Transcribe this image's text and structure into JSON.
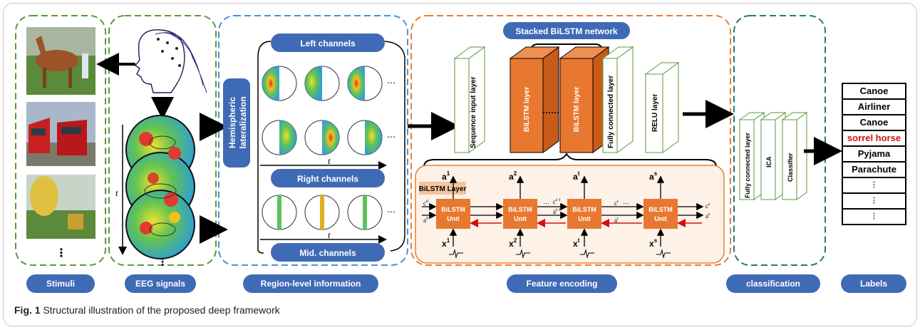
{
  "panels": {
    "stimuli": "Stimuli",
    "eeg": "EEG signals",
    "region": "Region-level information",
    "feature": "Feature encoding",
    "classification": "classification",
    "labels": "Labels"
  },
  "region_section": {
    "hemispheric": "Hemispheric",
    "lateralization": "lateralization",
    "left_channels": "Left channels",
    "right_channels": "Right channels",
    "mid_channels": "Mid. channels",
    "time_symbol": "t"
  },
  "eeg_section": {
    "time_symbol": "t",
    "ellipsis": "⋮"
  },
  "stimuli_section": {
    "ellipsis": "⋮"
  },
  "network": {
    "title": "Stacked BiLSTM network",
    "layers": [
      "Sequence input layer",
      "BiLSTM layer",
      "BiLSTM layer",
      "Fully connected layer",
      "RELU layer"
    ]
  },
  "bilstm_unrolled": {
    "tag": "BiLSTM Layer",
    "unit_line1": "BiLSTM",
    "unit_line2": "Unit",
    "outputs": [
      "a",
      "a",
      "a",
      "a"
    ],
    "output_sup": [
      "1",
      "2",
      "t",
      "s"
    ],
    "inputs": [
      "x",
      "x",
      "x",
      "x"
    ],
    "input_sup": [
      "1",
      "2",
      "t",
      "s"
    ]
  },
  "classifier_layers": [
    "Fully connected layer",
    "ICA",
    "Classifier"
  ],
  "labels": [
    {
      "text": "Canoe",
      "highlight": false
    },
    {
      "text": "Airliner",
      "highlight": false
    },
    {
      "text": "Canoe",
      "highlight": false
    },
    {
      "text": "sorrel horse",
      "highlight": true
    },
    {
      "text": "Pyjama",
      "highlight": false
    },
    {
      "text": "Parachute",
      "highlight": false
    }
  ],
  "caption": {
    "fig": "Fig. 1",
    "text": " Structural illustration of the proposed deep framework"
  },
  "colors": {
    "green": "#5a9a3a",
    "blue": "#4a90d9",
    "orange": "#e87e2e",
    "teal": "#1f7a7a",
    "pill": "#3f6ab5",
    "bilstm": "#e8782f"
  }
}
